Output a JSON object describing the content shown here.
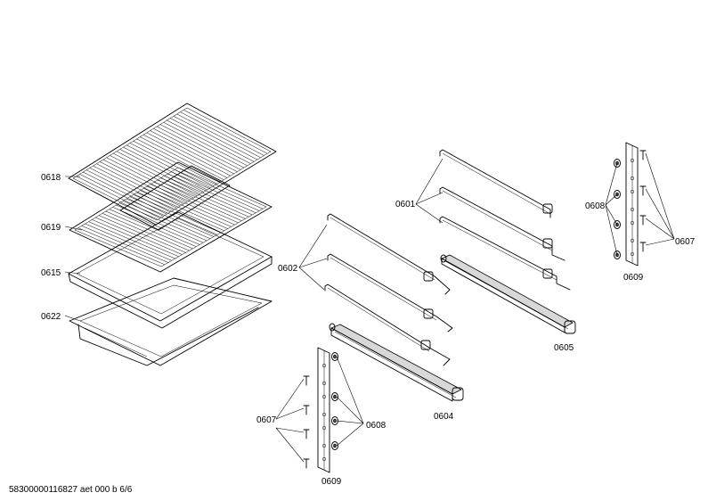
{
  "labels": {
    "p0618": "0618",
    "p0619": "0619",
    "p0615": "0615",
    "p0622": "0622",
    "p0601": "0601",
    "p0602": "0602",
    "p0605": "0605",
    "p0604": "0604",
    "p0608_right": "0608",
    "p0607_right": "0607",
    "p0609_right": "0609",
    "p0607_left": "0607",
    "p0608_left": "0608",
    "p0609_left": "0609"
  },
  "footer": {
    "document_id": "58300000116827 aet 000 b 6/6"
  }
}
